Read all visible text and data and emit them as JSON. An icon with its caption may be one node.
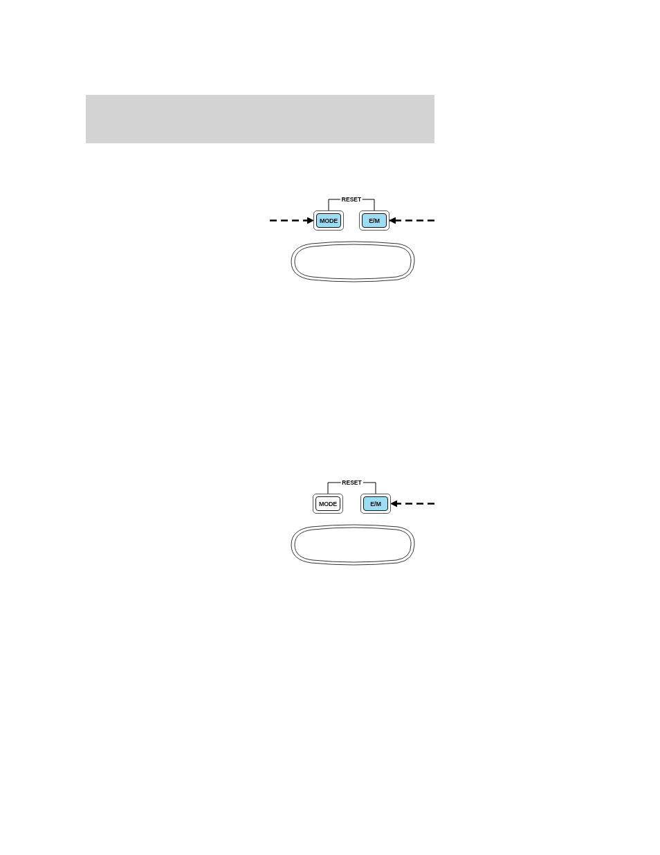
{
  "diagram": {
    "nodes": [
      {
        "text": [
          "MODE"
        ]
      },
      {
        "text": [
          "E/M"
        ]
      },
      {
        "text": [
          "MODE"
        ]
      },
      {
        "text": [
          "E/M"
        ]
      }
    ],
    "edges": [
      {
        "from": 0,
        "to": 1,
        "arrow": "none",
        "label": "RESET"
      },
      {
        "from": null,
        "to": 0,
        "arrow": "to",
        "style": "dashed"
      },
      {
        "from": null,
        "to": 1,
        "arrow": "to",
        "style": "dashed"
      },
      {
        "from": 2,
        "to": 3,
        "arrow": "none",
        "label": "RESET"
      },
      {
        "from": null,
        "to": 3,
        "arrow": "to",
        "style": "dashed"
      }
    ]
  }
}
